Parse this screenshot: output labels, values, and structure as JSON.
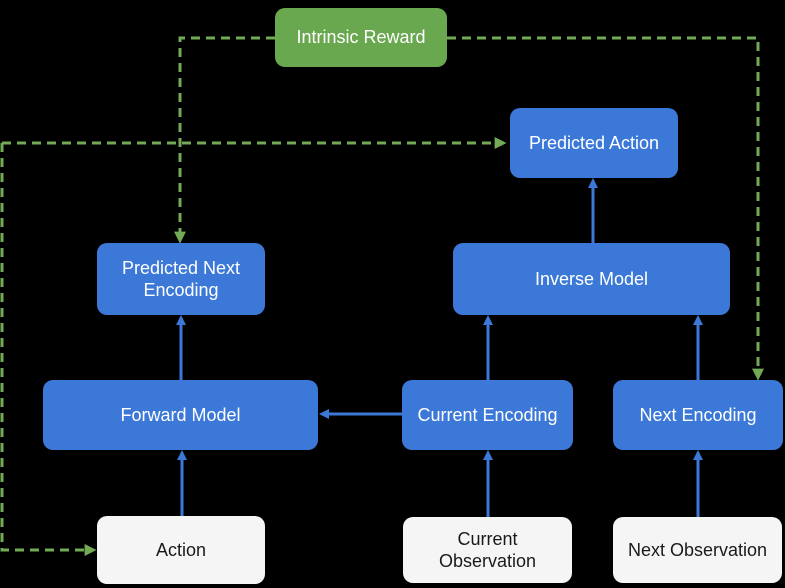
{
  "colors": {
    "bg": "#000000",
    "node_blue": "#3c78d8",
    "node_green": "#6aa84f",
    "node_white": "#f5f5f5",
    "edge_blue": "#3c78d8",
    "edge_green": "#73aa56",
    "text_light": "#ffffff",
    "text_dark": "#1a1a1a"
  },
  "diagram": {
    "nodes": {
      "intrinsic_reward": {
        "label": "Intrinsic Reward",
        "type": "green"
      },
      "predicted_action": {
        "label": "Predicted Action",
        "type": "blue"
      },
      "predicted_next_encoding": {
        "label": "Predicted Next Encoding",
        "type": "blue"
      },
      "inverse_model": {
        "label": "Inverse Model",
        "type": "blue"
      },
      "forward_model": {
        "label": "Forward Model",
        "type": "blue"
      },
      "current_encoding": {
        "label": "Current Encoding",
        "type": "blue"
      },
      "next_encoding": {
        "label": "Next Encoding",
        "type": "blue"
      },
      "action": {
        "label": "Action",
        "type": "white"
      },
      "current_observation": {
        "label": "Current Observation",
        "type": "white"
      },
      "next_observation": {
        "label": "Next Observation",
        "type": "white"
      }
    },
    "edges": [
      {
        "from": "action",
        "to": "forward_model",
        "style": "solid-blue"
      },
      {
        "from": "current_observation",
        "to": "current_encoding",
        "style": "solid-blue"
      },
      {
        "from": "next_observation",
        "to": "next_encoding",
        "style": "solid-blue"
      },
      {
        "from": "current_encoding",
        "to": "forward_model",
        "style": "solid-blue"
      },
      {
        "from": "forward_model",
        "to": "predicted_next_encoding",
        "style": "solid-blue"
      },
      {
        "from": "current_encoding",
        "to": "inverse_model",
        "style": "solid-blue"
      },
      {
        "from": "next_encoding",
        "to": "inverse_model",
        "style": "solid-blue"
      },
      {
        "from": "inverse_model",
        "to": "predicted_action",
        "style": "solid-blue"
      },
      {
        "from": "intrinsic_reward",
        "to": "predicted_next_encoding",
        "style": "dashed-green"
      },
      {
        "from": "intrinsic_reward",
        "to": "next_encoding",
        "style": "dashed-green"
      },
      {
        "from": "action_comparison_link",
        "to": "predicted_action",
        "style": "dashed-green"
      },
      {
        "from": "action_comparison_link",
        "to": "action",
        "style": "dashed-green"
      }
    ]
  }
}
